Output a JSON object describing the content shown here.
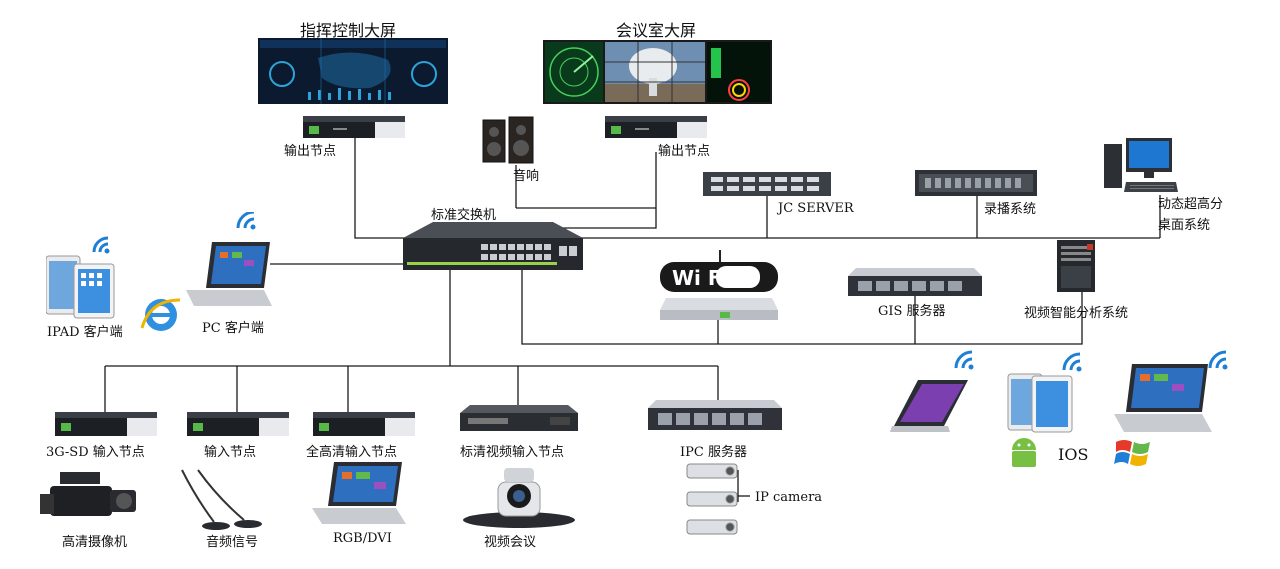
{
  "labels": {
    "command_screen": "指挥控制大屏",
    "meeting_screen": "会议室大屏",
    "output_node_left": "输出节点",
    "output_node_right": "输出节点",
    "speaker": "音响",
    "switch": "标准交换机",
    "jc_server": "JC SERVER",
    "recording": "录播系统",
    "desktop_system": [
      "动态超高分",
      "桌面系统"
    ],
    "gis_server": "GIS 服务器",
    "video_analysis": "视频智能分析系统",
    "ipad_client": "IPAD 客户端",
    "pc_client": "PC 客户端",
    "sd_input": "3G-SD 输入节点",
    "input_node": "输入节点",
    "hd_input": "全高清输入节点",
    "sd_video_input": "标清视频输入节点",
    "ipc_server": "IPC 服务器",
    "ip_camera": "IP camera",
    "hd_camera": "高清摄像机",
    "audio_signal": "音频信号",
    "rgb_dvi": "RGB/DVI",
    "video_conf": "视频会议",
    "ios": "IOS",
    "wifi_text": "Wi Fi"
  },
  "colors": {
    "line": "#1a1a1a",
    "device_dark": "#1c1f24",
    "device_light": "#e8eaee",
    "accent_green": "#57b947",
    "wifi_blue": "#1f7fd6"
  }
}
